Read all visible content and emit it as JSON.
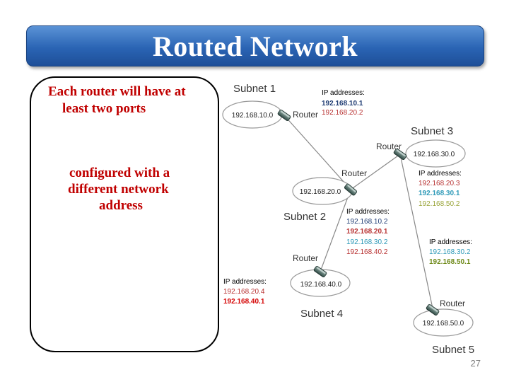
{
  "title": "Routed Network",
  "left_panel": {
    "line1": "Each router will have at",
    "line2": "least two ports",
    "line3": "configured with a",
    "line4": "different network",
    "line5": "address"
  },
  "page_number": "27",
  "colors": {
    "title_bar": "#2a64b4",
    "left_text": "#c00000",
    "ip_navy": "#1f3c73",
    "ip_red": "#b83232",
    "ip_bright_red": "#d40000",
    "ip_teal": "#2e9ab8",
    "ip_olive": "#9aa53a",
    "ip_olive_dark": "#6f8a1a"
  },
  "diagram": {
    "subnets": [
      {
        "label": "Subnet 1",
        "address": "192.168.10.0"
      },
      {
        "label": "Subnet 2",
        "address": "192.168.20.0"
      },
      {
        "label": "Subnet 3",
        "address": "192.168.30.0"
      },
      {
        "label": "Subnet 4",
        "address": "192.168.40.0"
      },
      {
        "label": "Subnet 5",
        "address": "192.168.50.0"
      }
    ],
    "router_label": "Router",
    "ip_header": "IP addresses:",
    "ip_groups": {
      "r1": [
        "192.168.10.1",
        "192.168.20.2"
      ],
      "r3": [
        "192.168.20.3",
        "192.168.30.1",
        "192.168.50.2"
      ],
      "r2": [
        "192.168.10.2",
        "192.168.20.1",
        "192.168.30.2",
        "192.168.40.2"
      ],
      "r5": [
        "192.168.30.2",
        "192.168.50.1"
      ],
      "r4": [
        "192.168.20.4",
        "192.168.40.1"
      ]
    }
  }
}
